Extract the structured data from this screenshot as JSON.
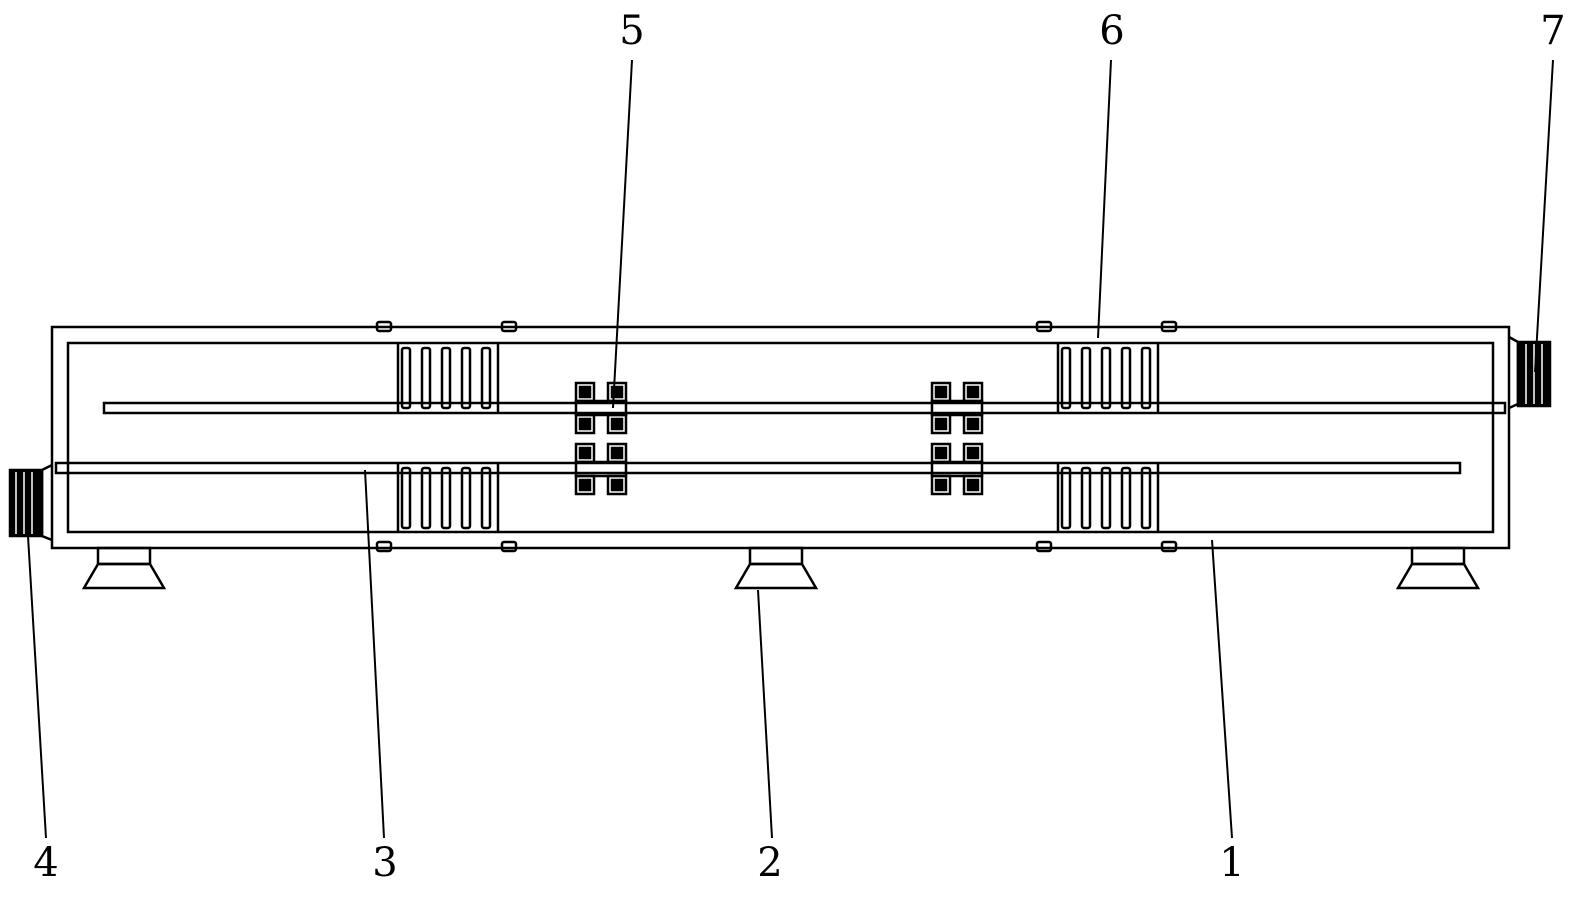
{
  "diagram": {
    "callouts": {
      "part_1": "1",
      "part_2": "2",
      "part_3": "3",
      "part_4": "4",
      "part_5": "5",
      "part_6": "6",
      "part_7": "7"
    },
    "line_color": "#000000",
    "background": "#ffffff"
  }
}
